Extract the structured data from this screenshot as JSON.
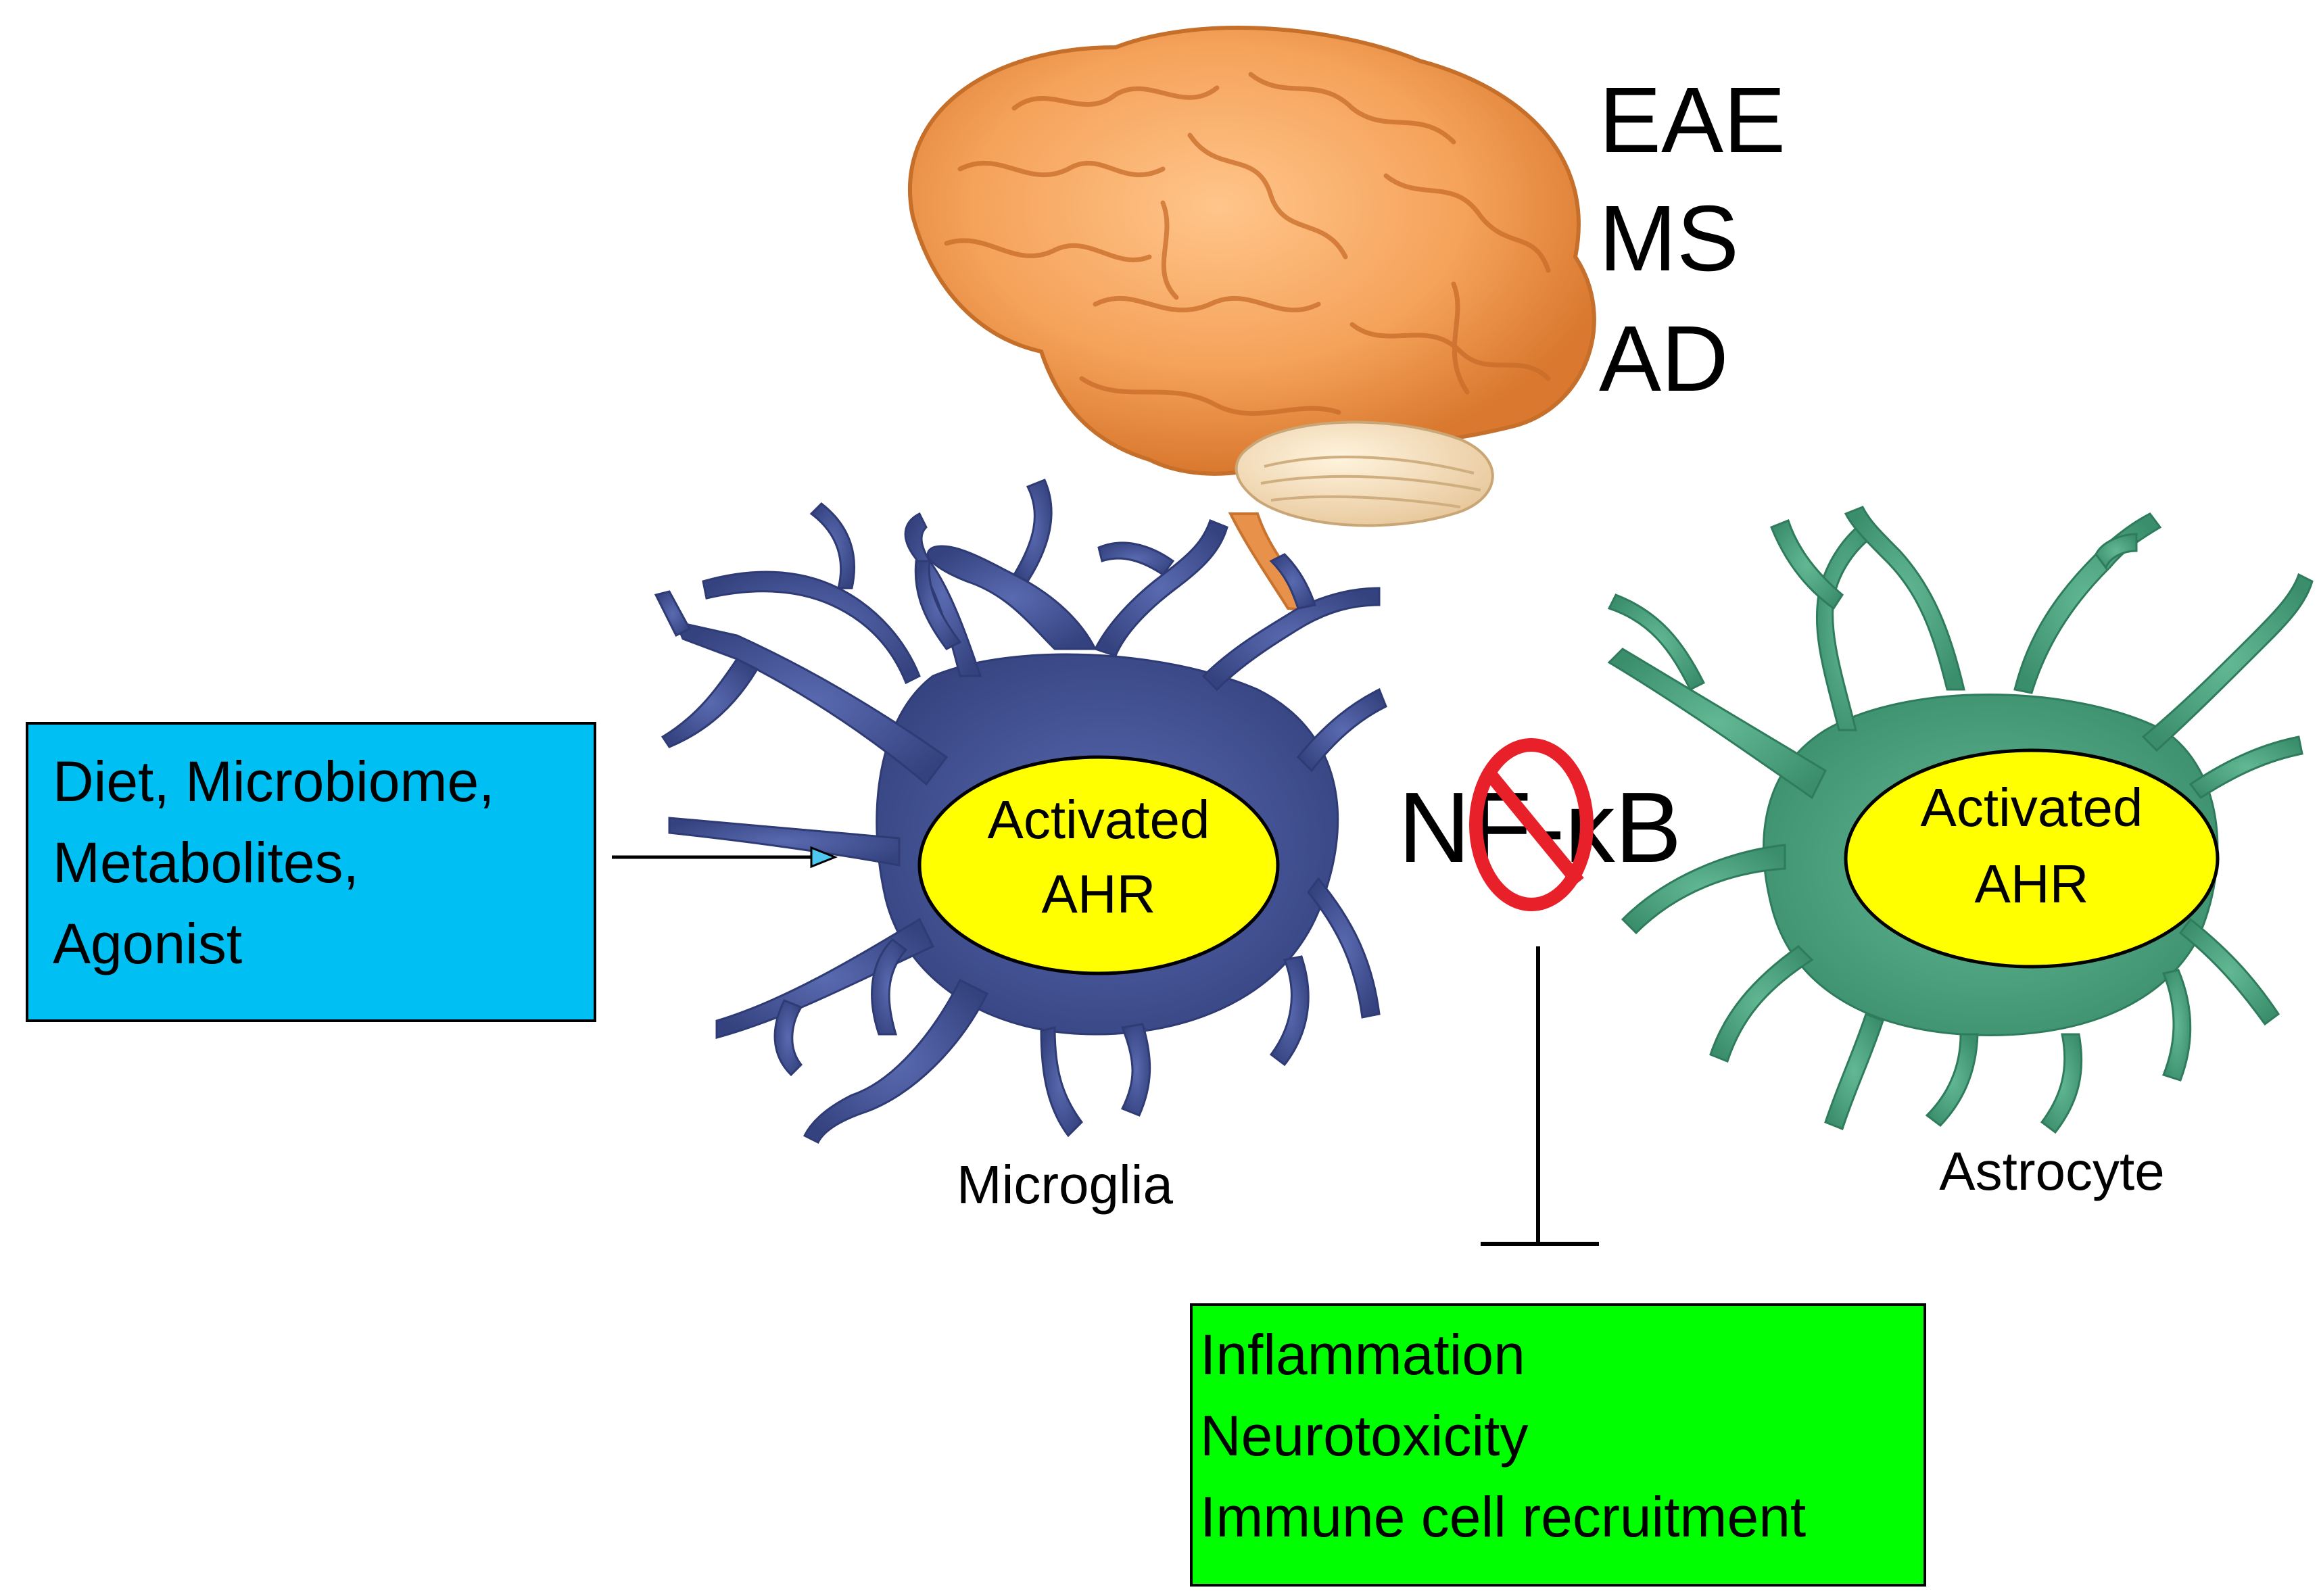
{
  "diseases": [
    "EAE",
    "MS",
    "AD"
  ],
  "input_box": {
    "lines": [
      "Diet, Microbiome,",
      "Metabolites,",
      "Agonist"
    ],
    "color": "#00BFF3"
  },
  "microglia": {
    "label": "Microglia",
    "nucleus_lines": [
      "Activated",
      "AHR"
    ],
    "color": "#3A4A8C"
  },
  "astrocyte": {
    "label": "Astrocyte",
    "nucleus_lines": [
      "Activated",
      "AHR"
    ],
    "color": "#3E9874"
  },
  "nfkb": {
    "label": "NF-κB",
    "inhibited": true,
    "no_symbol_color": "#E8202A"
  },
  "output_box": {
    "lines": [
      "Inflammation",
      "Neurotoxicity",
      "Immune cell recruitment"
    ],
    "color": "#00FF00"
  },
  "nucleus_color": "#FFFF00",
  "brain_color": "#F5A25A",
  "icons": {
    "brain": "brain-icon",
    "no_symbol": "prohibition-icon",
    "arrow": "activation-arrow",
    "inhibition": "inhibition-bar"
  }
}
